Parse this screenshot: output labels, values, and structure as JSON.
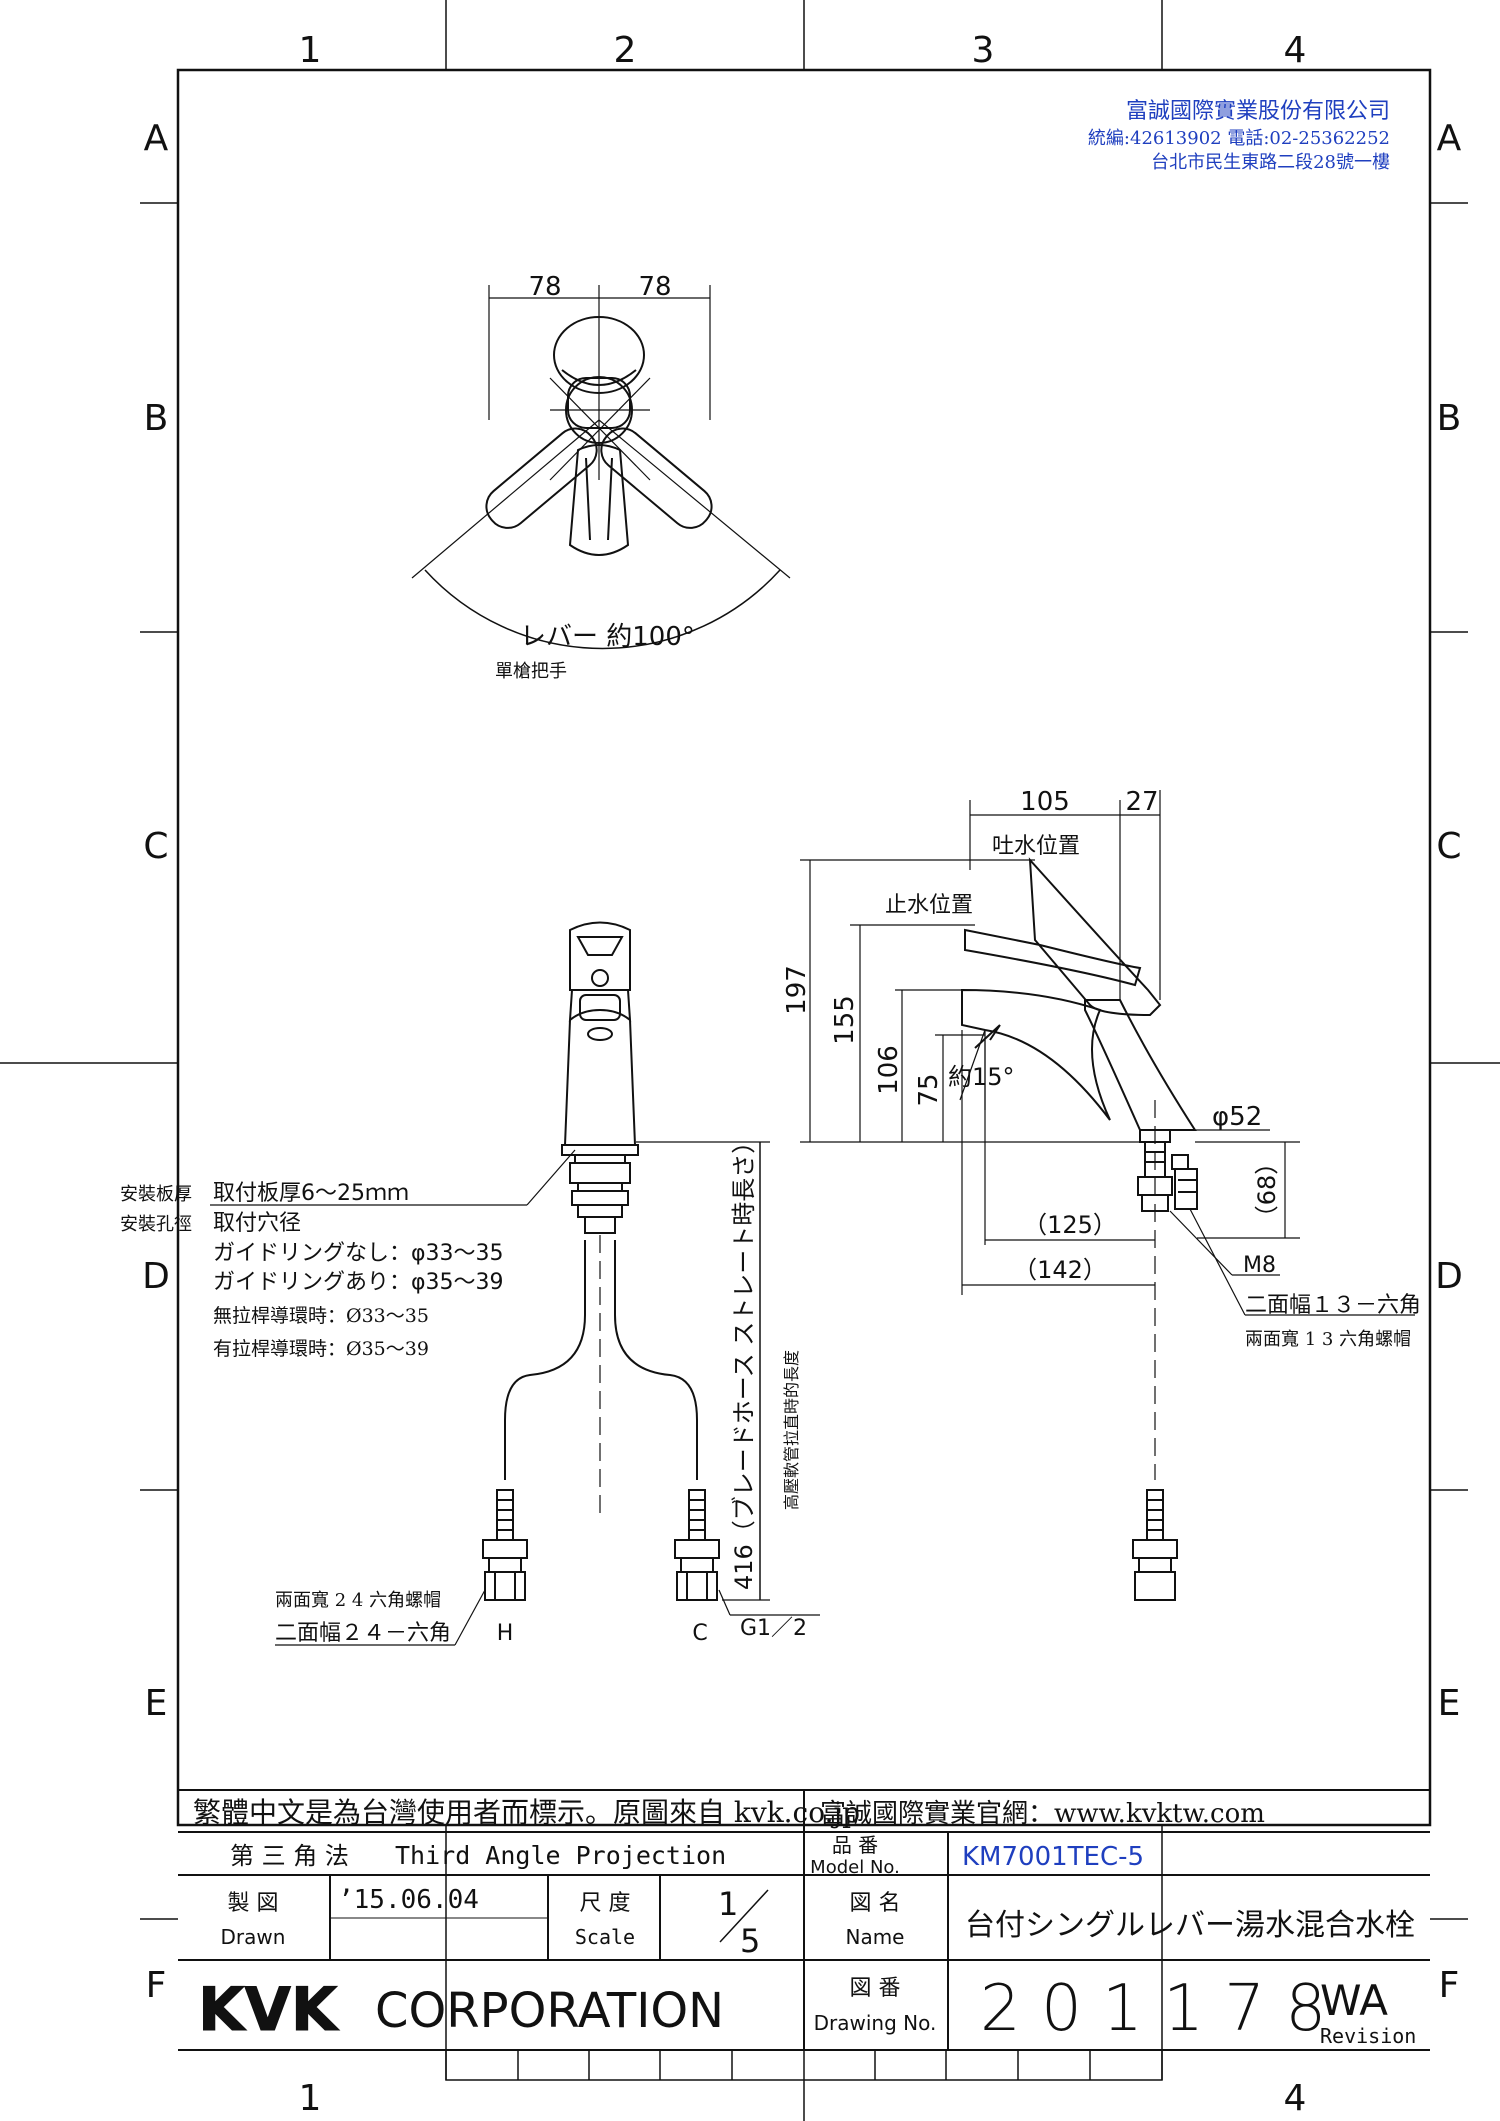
{
  "frame": {
    "col_labels": [
      "1",
      "2",
      "3",
      "4"
    ],
    "row_labels": [
      "A",
      "B",
      "C",
      "D",
      "E",
      "F"
    ],
    "bottom_col_labels": [
      "1",
      "4"
    ]
  },
  "company_note": {
    "name": "富誠國際實業股份有限公司",
    "line2": "統編:42613902 電話:02-25362252",
    "line3": "台北市民生東路二段28號一樓"
  },
  "top_view": {
    "dim_left": "78",
    "dim_right": "78",
    "lever_label": "レバー 約100°",
    "lever_label_zh": "單槍把手"
  },
  "front_view": {
    "side_label_1": "安裝板厚",
    "side_label_2": "安裝孔徑",
    "plate_thickness": "取付板厚6～25ｍｍ",
    "hole_diameter": "取付穴径",
    "no_guide_ring": "ガイドリングなし：φ33～35",
    "with_guide_ring": "ガイドリングあり：φ35～39",
    "no_guide_ring_zh": "無拉桿導環時：Ø33～35",
    "with_guide_ring_zh": "有拉桿導環時：Ø35～39",
    "hose_length": "416（ブレードホース ストレート時長さ）",
    "hose_length_zh": "高壓軟管拉直時的長度",
    "nut_zh": "兩面寬 2 4 六角螺帽",
    "nut": "二面幅２４－六角",
    "hot_label": "H",
    "cold_label": "C",
    "thread": "G1／2"
  },
  "side_view": {
    "dim_105": "105",
    "dim_27": "27",
    "spout_position": "吐水位置",
    "stop_position": "止水位置",
    "dim_197": "197",
    "dim_155": "155",
    "dim_106": "106",
    "dim_75": "75",
    "angle": "約15°",
    "diameter": "φ52",
    "dim_68": "（68）",
    "dim_125": "（125）",
    "dim_142": "（142）",
    "m8": "M8",
    "hex13": "二面幅１３－六角",
    "hex13_zh": "兩面寬 1 3 六角螺帽"
  },
  "title_block": {
    "note": "繁體中文是為台灣使用者而標示。原圖來自 kvk.co.jp",
    "website": "富誠國際實業官網：www.kvktw.com",
    "projection_jp": "第 三 角 法",
    "projection_en": "Third Angle Projection",
    "model_label_jp": "品 番",
    "model_label_en": "Model No.",
    "model_no": "KM7001TEC-5",
    "drawn_label_jp": "製 図",
    "drawn_label_en": "Drawn",
    "drawn_date": "’15.06.04",
    "scale_label_jp": "尺 度",
    "scale_label_en": "Scale",
    "scale_num": "1",
    "scale_den": "5",
    "name_label_jp": "図 名",
    "name_label_en": "Name",
    "name": "台付シングルレバー湯水混合水栓",
    "company": "KVK",
    "company_suffix": "CORPORATION",
    "drawing_label_jp": "図 番",
    "drawing_label_en": "Drawing No.",
    "drawing_no": "2 0 1 1 7 8",
    "revision_code": "WA",
    "revision_label": "Revision"
  }
}
